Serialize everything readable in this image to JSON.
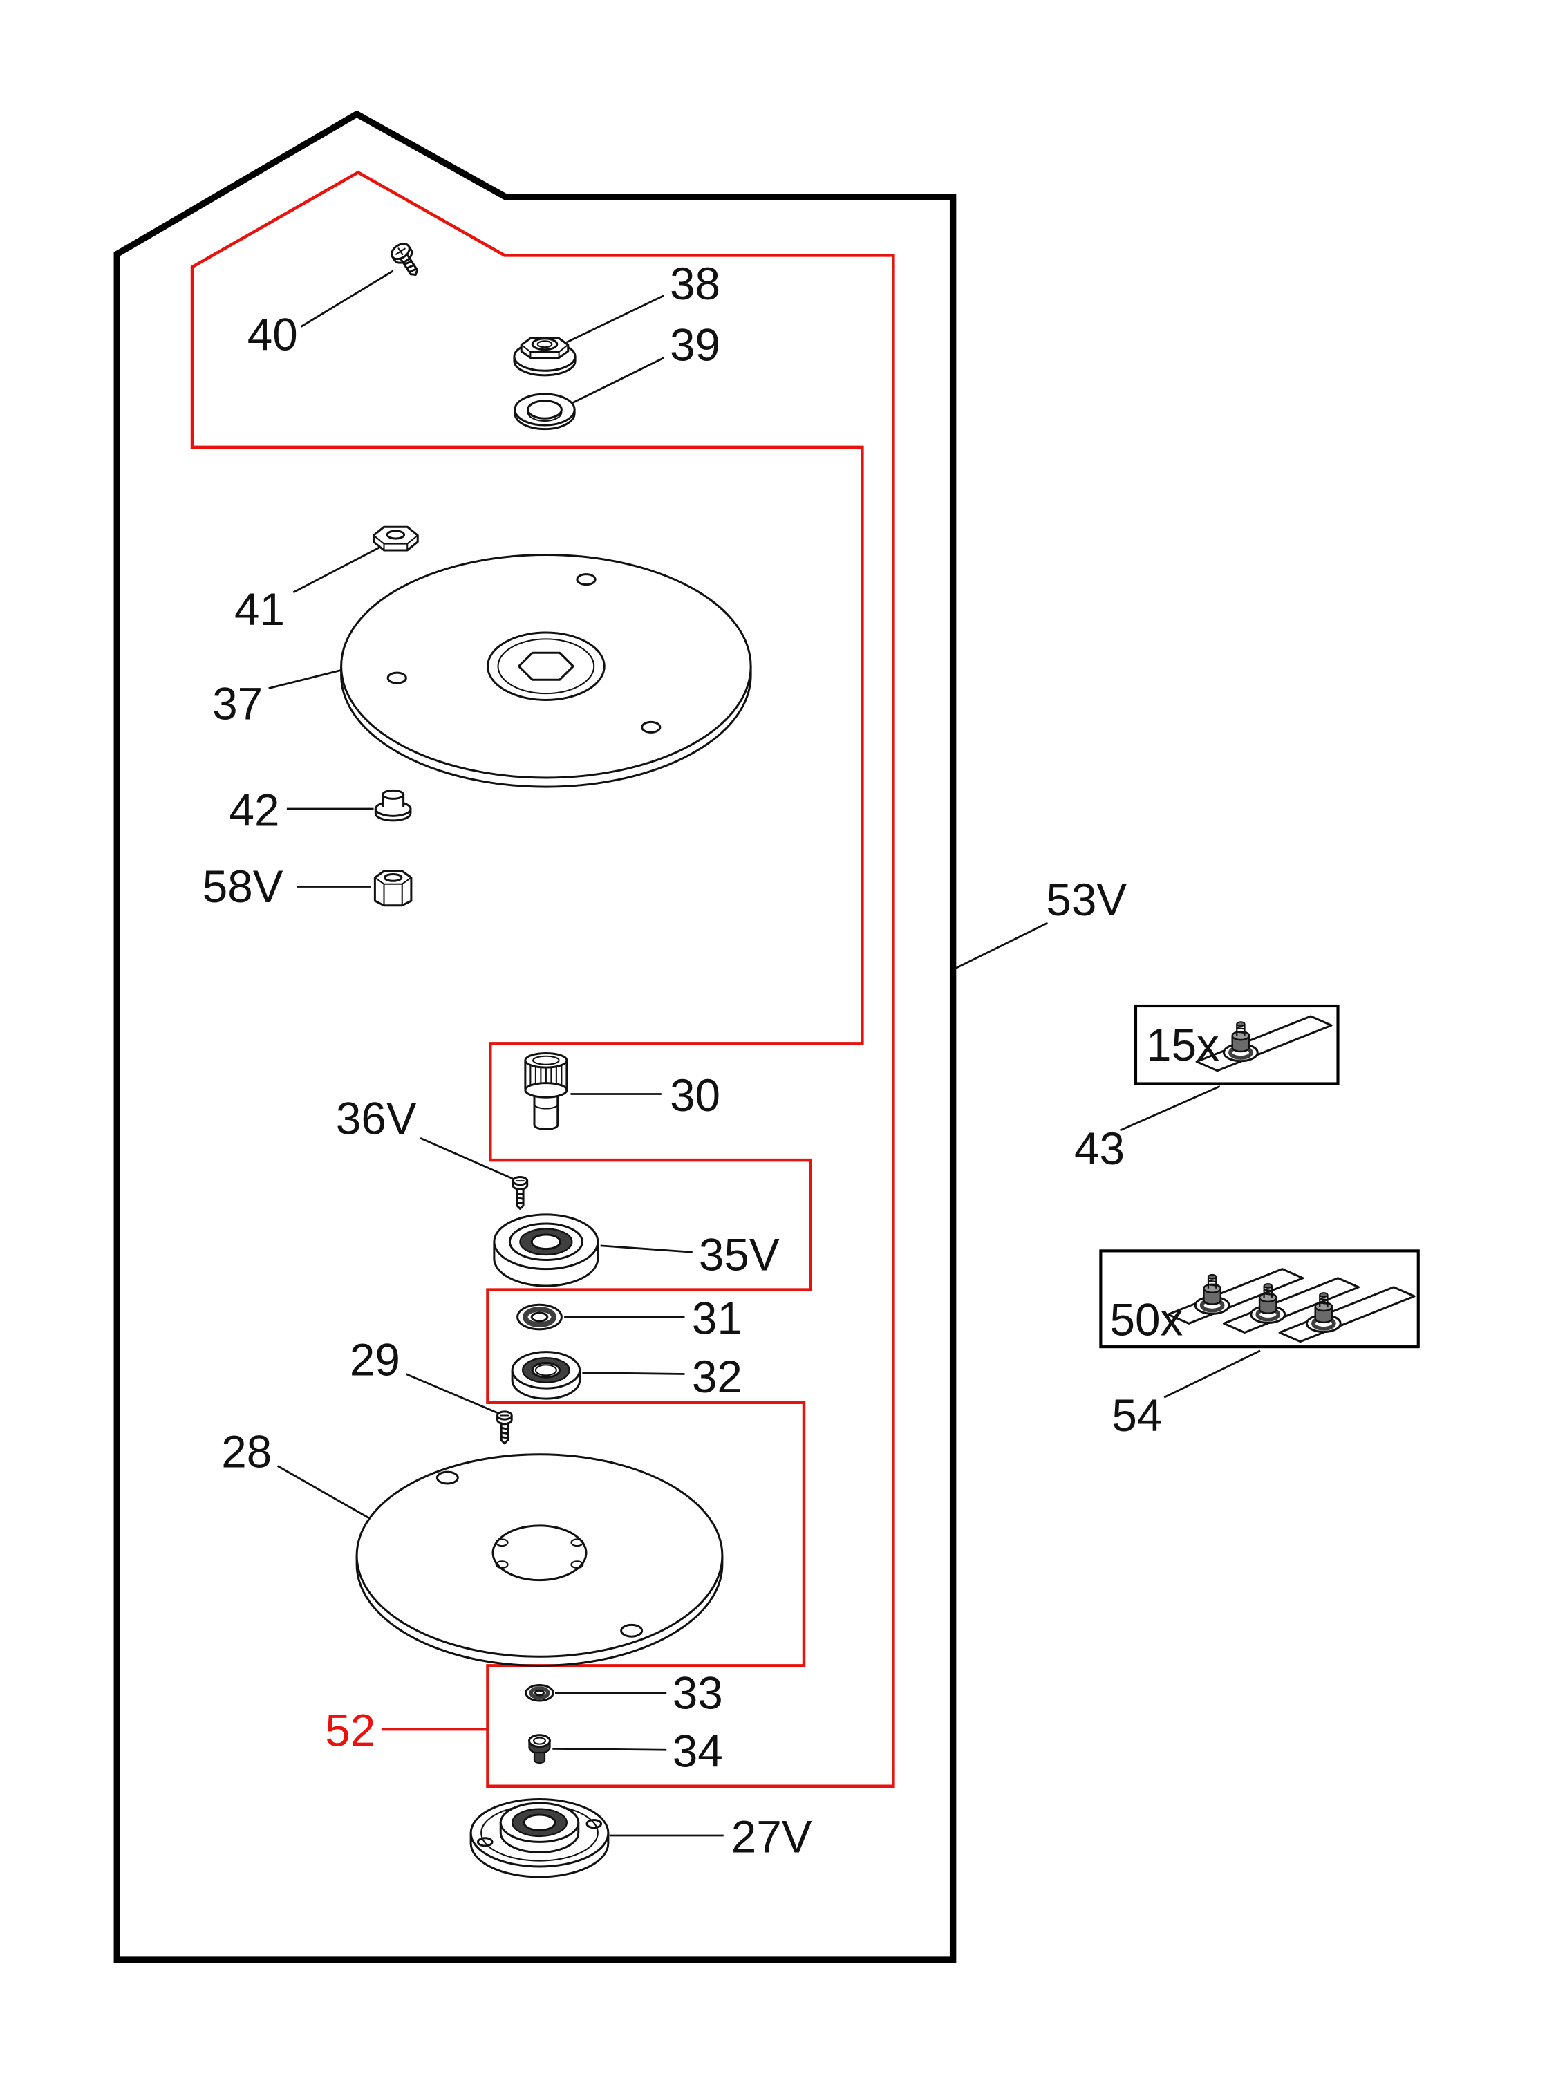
{
  "diagram": {
    "colors": {
      "panel_outline": "#000000",
      "group_outline": "#e8130c",
      "part_lines": "#111111"
    },
    "callouts": {
      "part40": "40",
      "part38": "38",
      "part39": "39",
      "part41": "41",
      "part37": "37",
      "part42": "42",
      "part58V": "58V",
      "part53V": "53V",
      "part30": "30",
      "part36V": "36V",
      "part35V": "35V",
      "part31": "31",
      "part32": "32",
      "part29": "29",
      "part28": "28",
      "part33": "33",
      "part34": "34",
      "part27V": "27V",
      "group52": "52",
      "part43": "43",
      "part54": "54"
    },
    "quantity_boxes": {
      "box43": {
        "quantity": "15x"
      },
      "box54": {
        "quantity": "50x"
      }
    }
  }
}
